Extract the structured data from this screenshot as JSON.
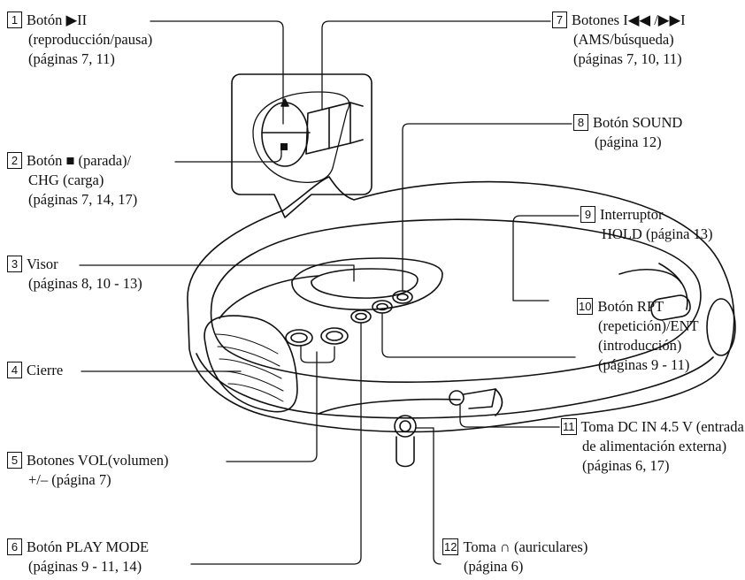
{
  "callouts": [
    {
      "num": "1",
      "lines": [
        "Botón ▶II",
        "(reproducción/pausa)",
        "(páginas 7, 11)"
      ]
    },
    {
      "num": "2",
      "lines": [
        "Botón ■ (parada)/",
        "CHG (carga)",
        "(páginas 7, 14, 17)"
      ]
    },
    {
      "num": "3",
      "lines": [
        "Visor",
        "(páginas 8, 10 - 13)"
      ]
    },
    {
      "num": "4",
      "lines": [
        "Cierre"
      ]
    },
    {
      "num": "5",
      "lines": [
        "Botones VOL(volumen)",
        "+/– (página 7)"
      ]
    },
    {
      "num": "6",
      "lines": [
        "Botón PLAY MODE",
        "(páginas 9 - 11, 14)"
      ]
    },
    {
      "num": "7",
      "lines": [
        "Botones I◀◀ /▶▶I",
        "(AMS/búsqueda)",
        "(páginas 7, 10, 11)"
      ]
    },
    {
      "num": "8",
      "lines": [
        "Botón SOUND",
        "(página 12)"
      ]
    },
    {
      "num": "9",
      "lines": [
        "Interruptor",
        "HOLD (página 13)"
      ]
    },
    {
      "num": "10",
      "lines": [
        "Botón RPT",
        "(repetición)/ENT",
        "(introducción)",
        "(páginas 9 - 11)"
      ]
    },
    {
      "num": "11",
      "lines": [
        "Toma DC IN 4.5 V (entrada",
        "de alimentación externa)",
        "(páginas 6, 17)"
      ]
    },
    {
      "num": "12",
      "lines": [
        "Toma ∩ (auriculares)",
        "(página 6)"
      ]
    }
  ]
}
